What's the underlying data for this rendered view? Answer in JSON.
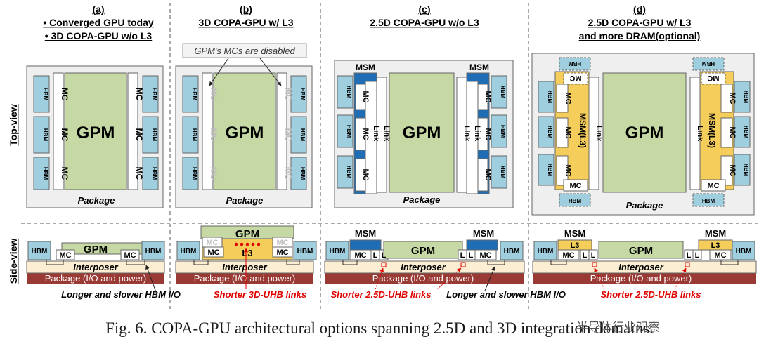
{
  "columns": {
    "a": {
      "letter": "(a)",
      "title_lines": [
        "• Converged GPU today",
        "• 3D COPA-GPU w/o L3"
      ]
    },
    "b": {
      "letter": "(b)",
      "title_lines": [
        "3D COPA-GPU w/ L3"
      ],
      "callout": "GPM's MCs are disabled"
    },
    "c": {
      "letter": "(c)",
      "title_lines": [
        "2.5D COPA-GPU w/o L3"
      ]
    },
    "d": {
      "letter": "(d)",
      "title_lines": [
        "2.5D COPA-GPU  w/ L3",
        "and more DRAM(optional)"
      ]
    }
  },
  "row_labels": {
    "top": "Top-view",
    "side": "Side-view"
  },
  "labels": {
    "gpm": "GPM",
    "hbm": "HBM",
    "mc": "MC",
    "link": "Link",
    "msm": "MSM",
    "msm_l3": "MSM(L3)",
    "l3": "L3",
    "l": "L",
    "package": "Package",
    "interposer": "Interposer",
    "package_io": "Package (I/O and  power)"
  },
  "annotations": {
    "hbm_io_a": "Longer and slower HBM I/O",
    "uhb_3d": "Shorter 3D-UHB links",
    "uhb_25d_c": "Shorter 2.5D-UHB links",
    "hbm_io_c": "Longer and slower HBM I/O",
    "uhb_25d_d": "Shorter 2.5D-UHB links"
  },
  "caption": "Fig. 6.  COPA-GPU architectural options spanning 2.5D and 3D integration domains.",
  "watermark": "半导体行业观察",
  "colors": {
    "gpm": "#c6d9a4",
    "hbm": "#9fcfdf",
    "msm_blue": "#1f6db4",
    "l3_yellow": "#f5cd5b",
    "interposer": "#fbeed3",
    "package_base": "#9a3a34",
    "accent_red": "#e00000",
    "package_bg": "#efefef"
  }
}
